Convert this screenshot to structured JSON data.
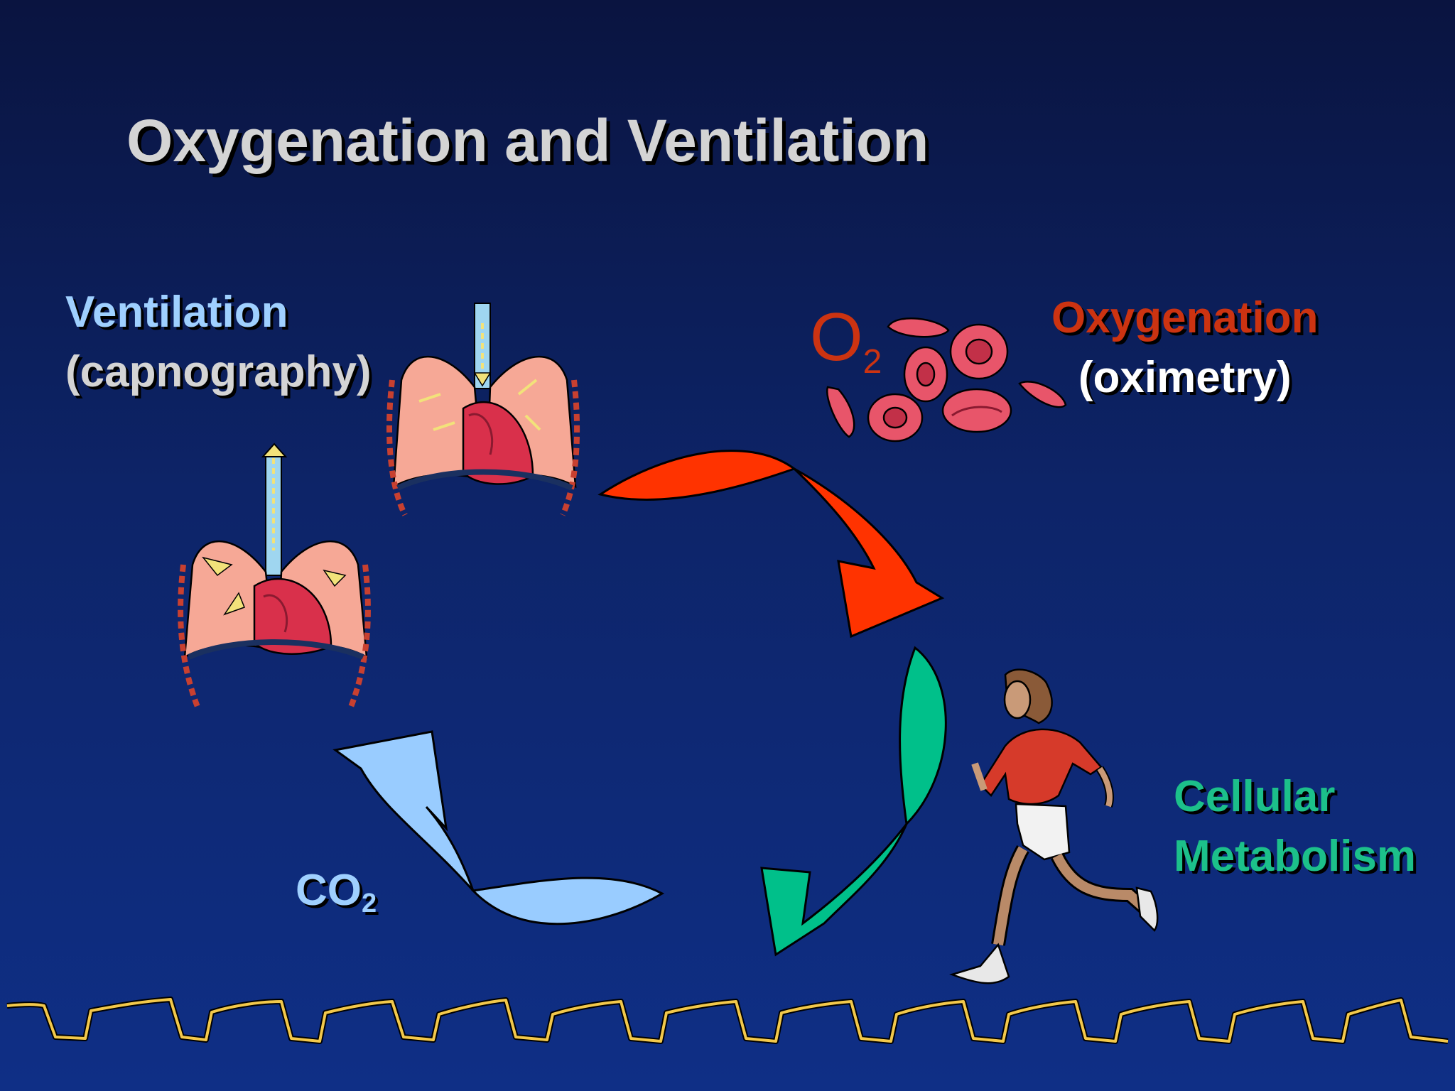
{
  "title": "Oxygenation and Ventilation",
  "ventilation": {
    "title": "Ventilation",
    "subtitle": "(capnography)"
  },
  "oxygenation": {
    "title": "Oxygenation",
    "subtitle": "(oximetry)"
  },
  "cellular": {
    "line1": "Cellular",
    "line2": "Metabolism"
  },
  "co2": {
    "main": "CO",
    "sub": "2"
  },
  "o2": {
    "main": "O",
    "sub": "2"
  },
  "colors": {
    "background": "#0d2468",
    "ventilation": "#9fd0ff",
    "oxygenation": "#cc3311",
    "metabolism": "#1cc08a",
    "red_arrow": "#ff3300",
    "green_arrow": "#00c08a",
    "blue_arrow": "#99ccff",
    "waveform": "#f2c84b"
  },
  "icons": [
    "lungs-heart-exhale",
    "lungs-heart-inhale",
    "red-blood-cells",
    "runner",
    "capnography-waveform"
  ]
}
